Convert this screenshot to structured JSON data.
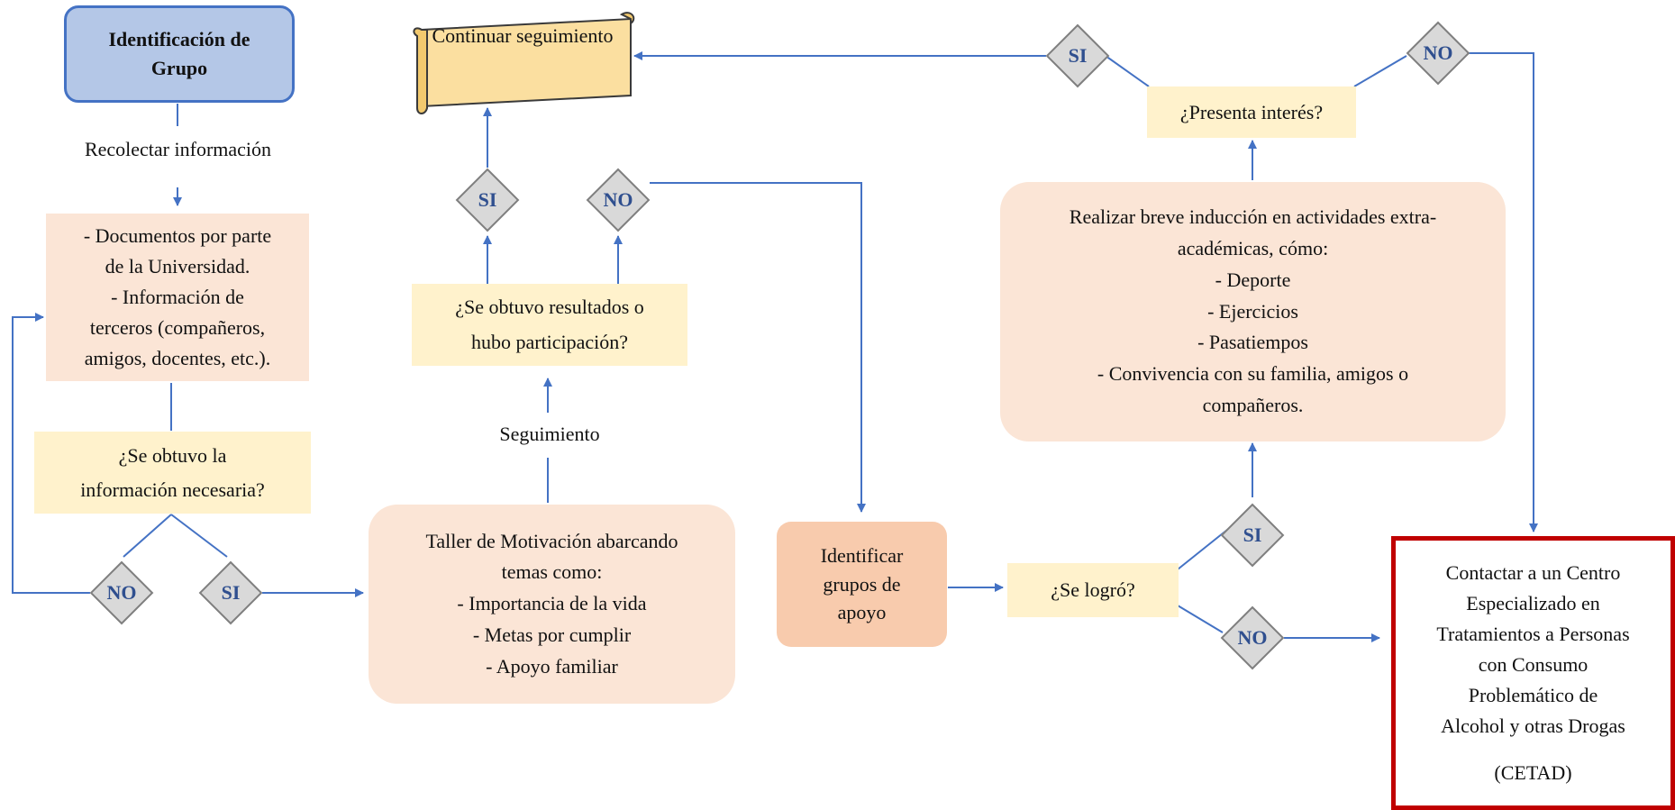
{
  "nodes": {
    "identificacion": [
      "Identificación de",
      "Grupo"
    ],
    "recolectar": "Recolectar información",
    "documentos": [
      "- Documentos por parte",
      "de la Universidad.",
      "- Información de",
      "terceros (compañeros,",
      "amigos, docentes, etc.)."
    ],
    "se_obtuvo_info": [
      "¿Se obtuvo la",
      "información necesaria?"
    ],
    "taller": [
      "Taller de Motivación abarcando",
      "temas como:",
      "- Importancia de la vida",
      "- Metas por cumplir",
      "- Apoyo familiar"
    ],
    "seguimiento": "Seguimiento",
    "resultados": [
      "¿Se obtuvo resultados o",
      "hubo participación?"
    ],
    "continuar": [
      "Continuar",
      "seguimiento"
    ],
    "identificar_grupos": [
      "Identificar",
      "grupos de",
      "apoyo"
    ],
    "se_logro": "¿Se logró?",
    "induccion": [
      "Realizar breve inducción en actividades extra-",
      "académicas, cómo:",
      "- Deporte",
      "- Ejercicios",
      "- Pasatiempos",
      "- Convivencia con su familia, amigos o",
      "compañeros."
    ],
    "presenta_interes": "¿Presenta interés?",
    "cetad": [
      "Contactar a un Centro",
      "Especializado en",
      "Tratamientos a Personas",
      "con Consumo",
      "Problemático de",
      "Alcohol y otras Drogas",
      "",
      "(CETAD)"
    ]
  },
  "decisions": {
    "yes": "SI",
    "no": "NO"
  },
  "colors": {
    "line": "#4472c4",
    "blue_fill": "#b4c7e7",
    "pink_fill": "#fbe5d6",
    "yellow_fill": "#fff2cc",
    "orange_fill": "#f8cbad",
    "red_border": "#c00000",
    "diamond_fill": "#d9d9d9"
  },
  "icons": {
    "continuar": "scroll-icon"
  }
}
